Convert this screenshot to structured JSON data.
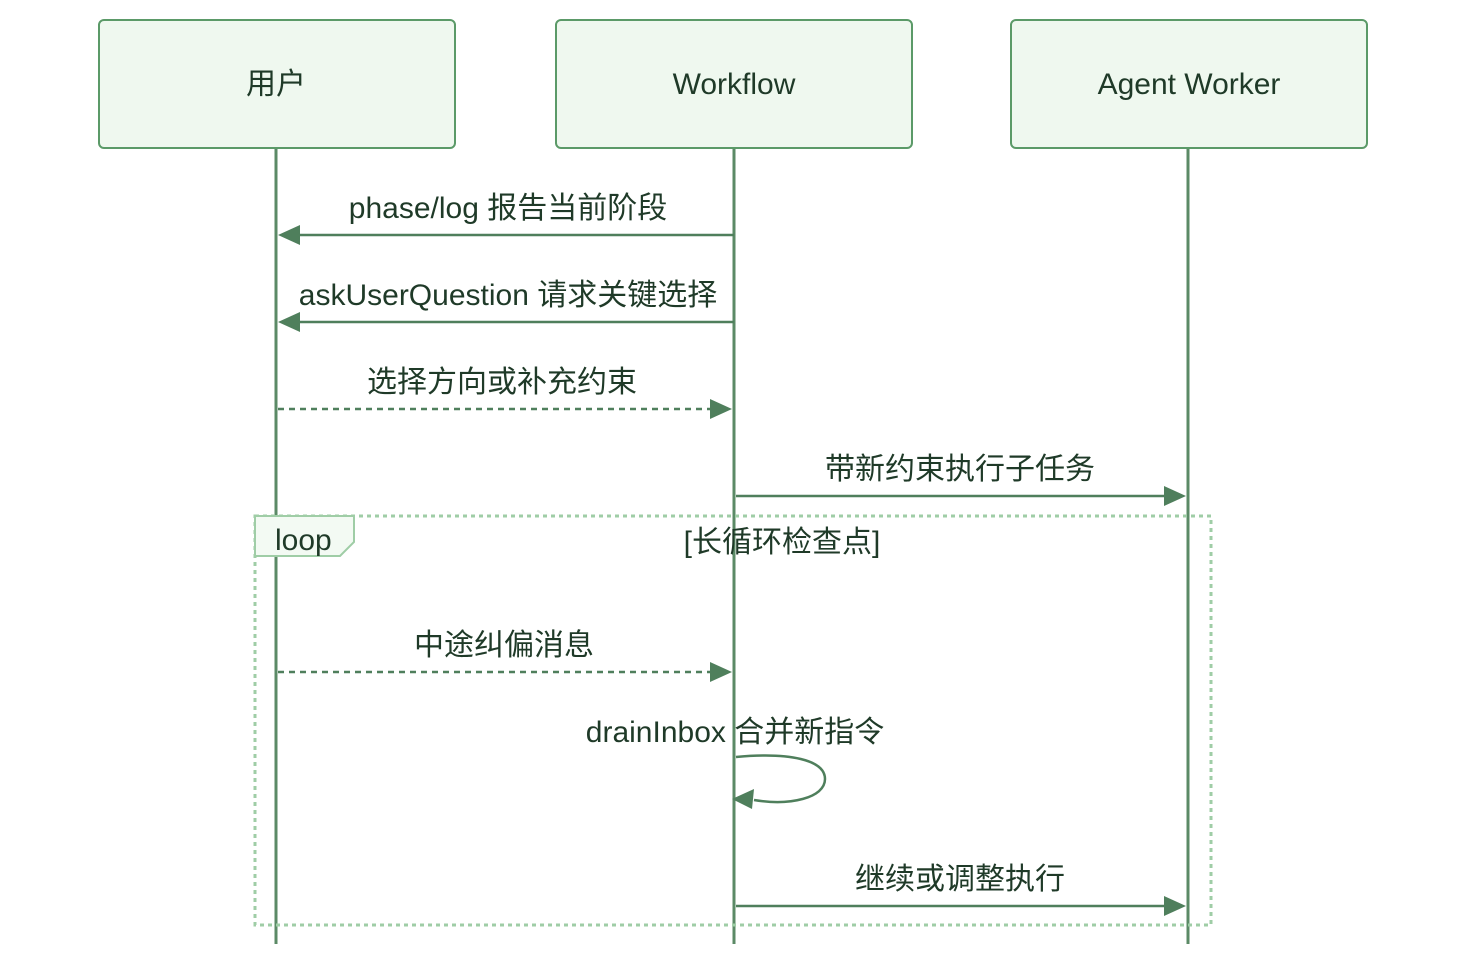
{
  "actors": [
    {
      "id": "user",
      "label": "用户"
    },
    {
      "id": "workflow",
      "label": "Workflow"
    },
    {
      "id": "agent",
      "label": "Agent Worker"
    }
  ],
  "messages": [
    {
      "from": "workflow",
      "to": "user",
      "label": "phase/log 报告当前阶段",
      "style": "solid"
    },
    {
      "from": "workflow",
      "to": "user",
      "label": "askUserQuestion 请求关键选择",
      "style": "solid"
    },
    {
      "from": "user",
      "to": "workflow",
      "label": "选择方向或补充约束",
      "style": "dashed"
    },
    {
      "from": "workflow",
      "to": "agent",
      "label": "带新约束执行子任务",
      "style": "solid"
    },
    {
      "from": "user",
      "to": "workflow",
      "label": "中途纠偏消息",
      "style": "dashed",
      "in_loop": true
    },
    {
      "from": "workflow",
      "to": "workflow",
      "label": "drainInbox 合并新指令",
      "style": "solid",
      "in_loop": true
    },
    {
      "from": "workflow",
      "to": "agent",
      "label": "继续或调整执行",
      "style": "solid",
      "in_loop": true
    }
  ],
  "loop": {
    "keyword": "loop",
    "condition": "[长循环检查点]"
  },
  "colors": {
    "accent": "#4f7f5c",
    "actor_fill": "#eff8ef",
    "frame": "#9fcda6"
  }
}
